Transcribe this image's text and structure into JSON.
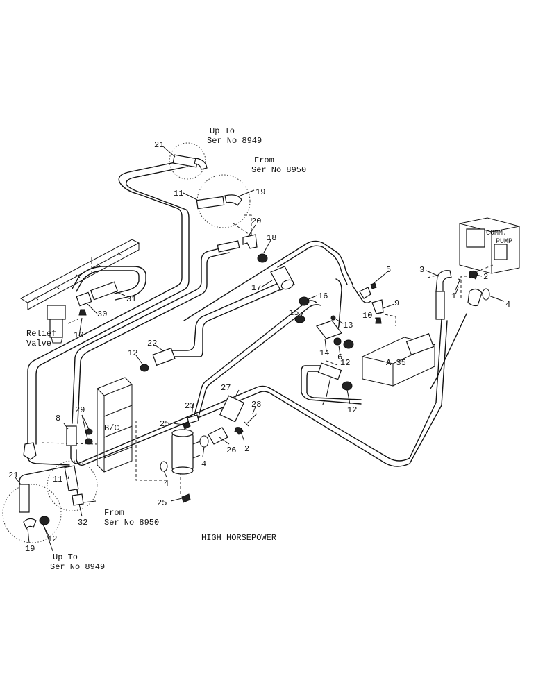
{
  "diagram_title": "HIGH HORSEPOWER",
  "notes": {
    "up_to_top": [
      "Up To",
      "Ser No 8949"
    ],
    "from_top": [
      "From",
      "Ser No 8950"
    ],
    "from_bottom": [
      "From",
      "Ser No 8950"
    ],
    "up_to_bottom": [
      "Up To",
      "Ser No 8949"
    ],
    "relief_valve": [
      "Relief",
      "Valve"
    ],
    "comm_pump": [
      "COMM.",
      "PUMP"
    ],
    "bc": "B/C",
    "a35": "A 35"
  },
  "callouts": [
    {
      "id": "c21t",
      "text": "21"
    },
    {
      "id": "c11t",
      "text": "11"
    },
    {
      "id": "c19t",
      "text": "19"
    },
    {
      "id": "c20",
      "text": "20"
    },
    {
      "id": "c18",
      "text": "18"
    },
    {
      "id": "c17",
      "text": "17"
    },
    {
      "id": "c16",
      "text": "16"
    },
    {
      "id": "c15",
      "text": "15"
    },
    {
      "id": "c13",
      "text": "13"
    },
    {
      "id": "c14",
      "text": "14"
    },
    {
      "id": "c6",
      "text": "6"
    },
    {
      "id": "c12a",
      "text": "12"
    },
    {
      "id": "c5",
      "text": "5"
    },
    {
      "id": "c9",
      "text": "9"
    },
    {
      "id": "c10a",
      "text": "10"
    },
    {
      "id": "c3",
      "text": "3"
    },
    {
      "id": "c2a",
      "text": "2"
    },
    {
      "id": "c1",
      "text": "1"
    },
    {
      "id": "c4a",
      "text": "4"
    },
    {
      "id": "c31",
      "text": "31"
    },
    {
      "id": "c30",
      "text": "30"
    },
    {
      "id": "c10b",
      "text": "10"
    },
    {
      "id": "c22",
      "text": "22"
    },
    {
      "id": "c12b",
      "text": "12"
    },
    {
      "id": "c7",
      "text": "7"
    },
    {
      "id": "c12c",
      "text": "12"
    },
    {
      "id": "c27",
      "text": "27"
    },
    {
      "id": "c28",
      "text": "28"
    },
    {
      "id": "c23",
      "text": "23"
    },
    {
      "id": "c25a",
      "text": "25"
    },
    {
      "id": "c2b",
      "text": "2"
    },
    {
      "id": "c26",
      "text": "26"
    },
    {
      "id": "c4b",
      "text": "4"
    },
    {
      "id": "c4c",
      "text": "4"
    },
    {
      "id": "c25b",
      "text": "25"
    },
    {
      "id": "c8",
      "text": "8"
    },
    {
      "id": "c29",
      "text": "29"
    },
    {
      "id": "c21b",
      "text": "21"
    },
    {
      "id": "c11b",
      "text": "11"
    },
    {
      "id": "c32",
      "text": "32"
    },
    {
      "id": "c19b",
      "text": "19"
    },
    {
      "id": "c12d",
      "text": "12"
    }
  ]
}
